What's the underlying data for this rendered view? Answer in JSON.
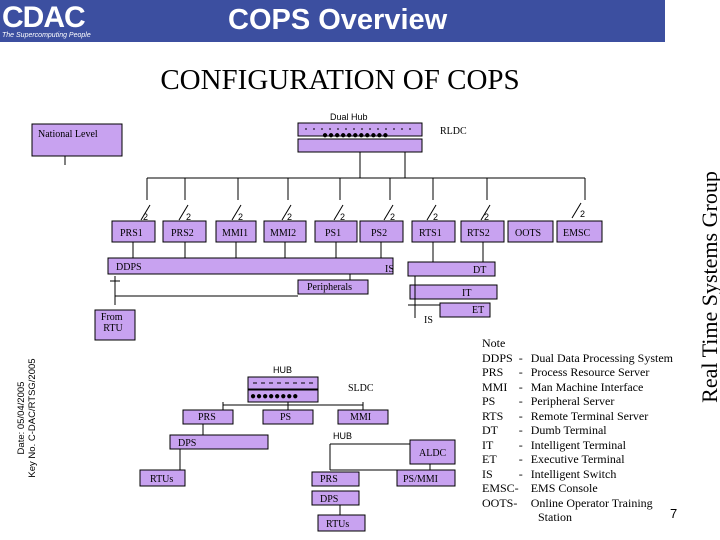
{
  "header": {
    "logo": "CDAC",
    "logo_tagline": "The Supercomputing People",
    "title": "COPS Overview"
  },
  "subtitle": "CONFIGURATION OF COPS",
  "side_label": "Real Time Systems Group",
  "side_date": {
    "line1": "Date: 05/04/2005",
    "line2": "Key No. C-DAC/RTSG/2005"
  },
  "page_number": "7",
  "colors": {
    "header": "#3c4fa0",
    "box": "#c8a2f0"
  },
  "diagram": {
    "dual_hub": "Dual Hub",
    "national_level": "National  Level",
    "rldc": "RLDC",
    "twos": [
      "2",
      "2",
      "2",
      "2",
      "2",
      "2",
      "2",
      "2",
      "2"
    ],
    "nodes": [
      "PRS1",
      "PRS2",
      "MMI1",
      "MMI2",
      "PS1",
      "PS2",
      "RTS1",
      "RTS2",
      "OOTS",
      "EMSC"
    ],
    "ddps": "DDPS",
    "is_top": "IS",
    "dt": "DT",
    "peripherals": "Peripherals",
    "it": "IT",
    "et": "ET",
    "is_mid": "IS",
    "from_rtu": "From\nRTU",
    "hub1": "HUB",
    "sldc": "SLDC",
    "sldc_nodes": [
      "PRS",
      "PS",
      "MMI"
    ],
    "hub2": "HUB",
    "dps": "DPS",
    "aldc": "ALDC",
    "rtus_left": "RTUs",
    "ps_mmi": "PS/MMI",
    "prs_bottom": "PRS",
    "dps_bottom": "DPS",
    "rtus_bottom": "RTUs"
  },
  "note": {
    "title": "Note",
    "entries": [
      {
        "abbr": "DDPS",
        "sep": "-",
        "desc": "Dual Data Processing System"
      },
      {
        "abbr": "PRS",
        "sep": "-",
        "desc": "Process Resource Server"
      },
      {
        "abbr": "MMI",
        "sep": "-",
        "desc": "Man Machine Interface"
      },
      {
        "abbr": "PS",
        "sep": "-",
        "desc": "Peripheral Server"
      },
      {
        "abbr": "RTS",
        "sep": "-",
        "desc": "Remote Terminal Server"
      },
      {
        "abbr": "DT",
        "sep": "-",
        "desc": "Dumb Terminal"
      },
      {
        "abbr": "IT",
        "sep": "-",
        "desc": "Intelligent Terminal"
      },
      {
        "abbr": "ET",
        "sep": "-",
        "desc": "Executive Terminal"
      },
      {
        "abbr": "IS",
        "sep": "-",
        "desc": "Intelligent Switch"
      },
      {
        "abbr": "EMSC-",
        "sep": "",
        "desc": "EMS Console"
      },
      {
        "abbr": "OOTS-",
        "sep": "",
        "desc": "Online Operator Training"
      }
    ],
    "tail": "Station"
  }
}
